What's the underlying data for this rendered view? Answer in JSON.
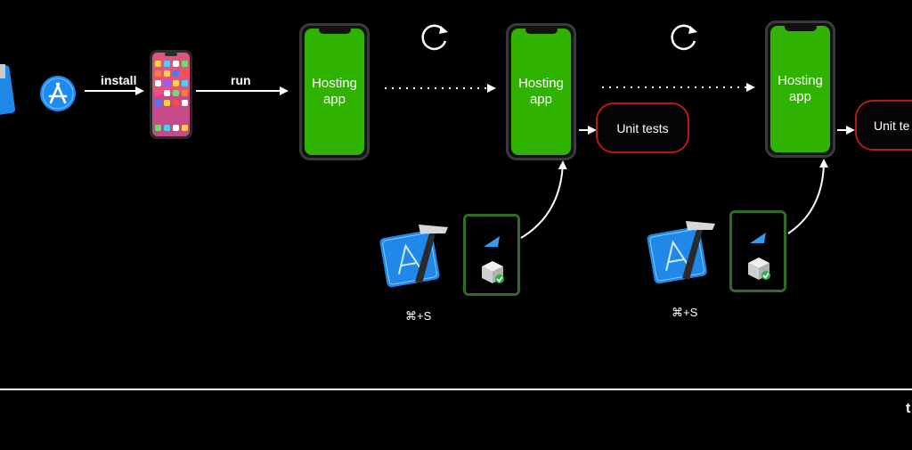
{
  "labels": {
    "install": "install",
    "run": "run",
    "hosting_app": "Hosting\napp",
    "unit_tests": "Unit tests",
    "unit_tests_cut": "Unit te",
    "shortcut": "⌘+S",
    "time_cut": "t"
  },
  "icons": {
    "xcode": "xcode-icon",
    "app_store": "app-store-icon",
    "reload": "reload-icon",
    "phone": "phone-icon",
    "sdk": "sdk-icon"
  },
  "colors": {
    "background": "#000000",
    "hosting_screen": "#2fb300",
    "unit_tests_border": "#b51a1a",
    "change_box_border": "#2e6b27",
    "xcode_blue": "#1f88e8",
    "app_store_blue": "#1d8cf2"
  }
}
